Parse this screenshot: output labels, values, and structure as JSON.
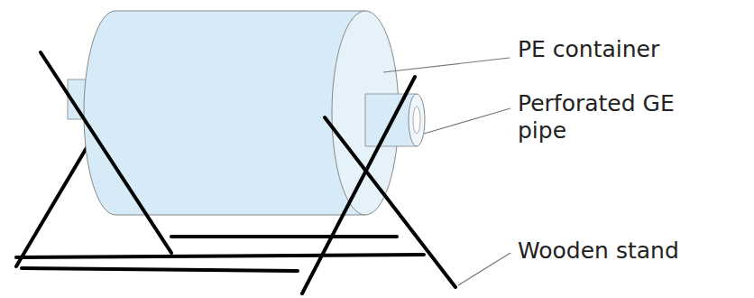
{
  "diagram": {
    "labels": [
      "PE container",
      "Perforated GE pipe",
      "Wooden stand"
    ]
  }
}
